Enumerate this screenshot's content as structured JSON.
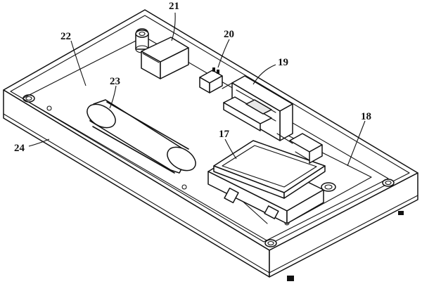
{
  "labels": {
    "l17": "17",
    "l18": "18",
    "l19": "19",
    "l20": "20",
    "l21": "21",
    "l22": "22",
    "l23": "23",
    "l24": "24"
  }
}
